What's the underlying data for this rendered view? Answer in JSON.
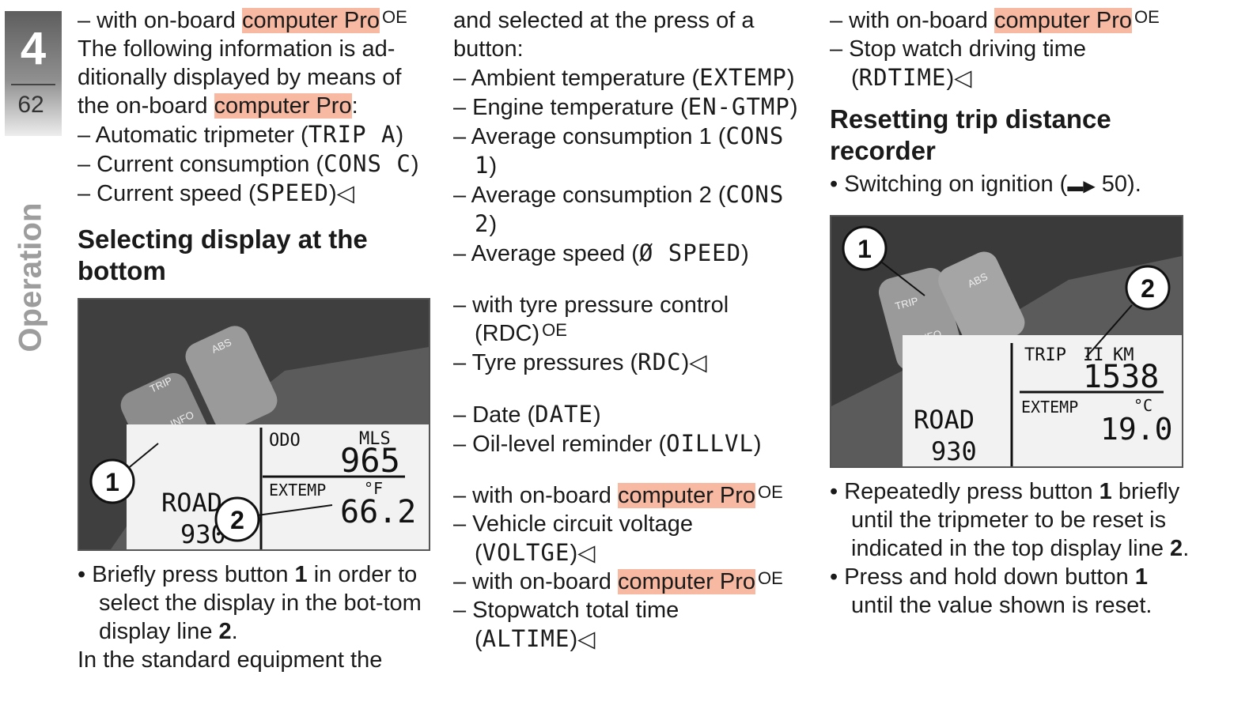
{
  "page": {
    "chapter": "4",
    "page_number": "62",
    "section": "Operation"
  },
  "col1": {
    "oe_line_prefix": "– with on-board ",
    "hl": "computer Pro",
    "oe": "OE",
    "intro_a": "The following information is ad-ditionally displayed by means of the on-board ",
    "intro_end": ":",
    "items": [
      {
        "pre": "– Automatic tripmeter (",
        "code": "TRIP A",
        "post": ")"
      },
      {
        "pre": "– Current consumption (",
        "code": "CONS C",
        "post": ")"
      },
      {
        "pre": "– Current speed (",
        "code": "SPEED",
        "post": ")◁"
      }
    ],
    "heading": "Selecting display at the bottom",
    "figure": {
      "button_labels": [
        "TRIP",
        "INFO",
        "ABS"
      ],
      "display_top_left": "ODO",
      "display_top_right": "MLS",
      "display_top_value": "965",
      "display_bottom_left": "EXTEMP",
      "display_bottom_unit": "°F",
      "display_bottom_value": "66.2",
      "display_left_upper": "ROAD",
      "display_left_lower": "930",
      "callouts": [
        "1",
        "2"
      ]
    },
    "step_pre": "Briefly press button ",
    "step_b1": "1",
    "step_mid": " in order to select the display in the bot-tom display line ",
    "step_b2": "2",
    "step_end": ".",
    "tail": "In the standard equipment the"
  },
  "col2": {
    "intro": "and selected at the press of a button:",
    "list1": [
      {
        "pre": "– Ambient temperature (",
        "code": "EXTEMP",
        "post": ")"
      },
      {
        "pre": "– Engine temperature (",
        "code": "EN-GTMP",
        "post": ")"
      },
      {
        "pre": "– Average consumption 1 (",
        "code": "CONS 1",
        "post": ")"
      },
      {
        "pre": "– Average consumption 2 (",
        "code": "CONS 2",
        "post": ")"
      },
      {
        "pre": "– Average speed (",
        "code": "Ø SPEED",
        "post": ")"
      }
    ],
    "rdc_line": "– with tyre pressure control (RDC)",
    "oe": "OE",
    "rdc_item": {
      "pre": "– Tyre pressures (",
      "code": "RDC",
      "post": ")◁"
    },
    "list2": [
      {
        "pre": "– Date (",
        "code": "DATE",
        "post": ")"
      },
      {
        "pre": "– Oil-level reminder (",
        "code": "OILLVL",
        "post": ")"
      }
    ],
    "oe_line_prefix": "– with on-board ",
    "hl": "computer Pro",
    "voltage": {
      "pre": "– Vehicle circuit voltage (",
      "code": "VOLTGE",
      "post": ")◁"
    },
    "stopwatch": {
      "pre": "– Stopwatch total time (",
      "code": "ALTIME",
      "post": ")◁"
    }
  },
  "col3": {
    "oe_line_prefix": "– with on-board ",
    "hl": "computer Pro",
    "oe": "OE",
    "item": {
      "pre": "– Stop watch driving time (",
      "code": "RDTIME",
      "post": ")◁"
    },
    "heading": "Resetting trip distance recorder",
    "ignition_pre": "Switching on ignition (",
    "ignition_arrow": "▬▶",
    "ignition_post": " 50).",
    "figure": {
      "button_labels": [
        "TRIP",
        "INFO",
        "ABS"
      ],
      "display_top_left": "TRIP",
      "display_top_mid": "II",
      "display_top_right": "KM",
      "display_top_value": "1538",
      "display_bottom_left": "EXTEMP",
      "display_bottom_unit": "°C",
      "display_bottom_value": "19.0",
      "display_left_upper": "ROAD",
      "display_left_lower": "930",
      "callouts": [
        "1",
        "2"
      ]
    },
    "step1_pre": "Repeatedly press button ",
    "step1_b1": "1",
    "step1_mid": " briefly until the tripmeter to be reset is indicated in the top display line ",
    "step1_b2": "2",
    "step1_end": ".",
    "step2_pre": "Press and hold down button ",
    "step2_b1": "1",
    "step2_end": " until the value shown is reset."
  },
  "colors": {
    "highlight": "#f8b9a2",
    "tab_dark": "#5e5e5e",
    "side_text": "#9d9d9d"
  }
}
